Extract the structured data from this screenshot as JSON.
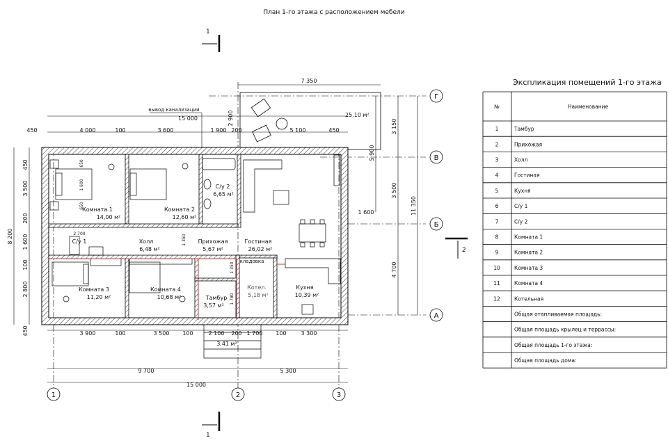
{
  "title": "План 1-го этажа с расположением мебели",
  "section_mark": "1",
  "section_mark_right": "2",
  "sewer_label": "вывод канализации",
  "terrace_area": "25,10 м²",
  "closet_label": "кладовка",
  "axes": {
    "h": [
      "1",
      "2",
      "3"
    ],
    "v": [
      "Г",
      "В",
      "Б",
      "А"
    ]
  },
  "dims": {
    "top_7350": "7 350",
    "top_15000": "15 000",
    "top_450a": "450",
    "top_4000": "4 000",
    "top_100": "100",
    "top_3600": "3 600",
    "top_1900": "1 900",
    "top_200": "200",
    "top_5100": "5 100",
    "top_450b": "450",
    "terrace_2900": "2 900",
    "right_5900": "5 900",
    "right_1600": "1 600",
    "right_3150": "3 150",
    "right_3500": "3 500",
    "right_4700": "4 700",
    "right_11350": "11 350",
    "left_450a": "450",
    "left_3500": "3 500",
    "left_200": "200",
    "left_1600": "1 600",
    "left_100": "100",
    "left_2800": "2 800",
    "left_450b": "450",
    "left_8200": "8 200",
    "bot_3900": "3 900",
    "bot_100a": "100",
    "bot_3500": "3 500",
    "bot_100b": "100",
    "bot_2100": "2 100",
    "bot_200": "200",
    "bot_1700": "1 700",
    "bot_100c": "100",
    "bot_3300": "3 300",
    "bot_341": "3,41 м²",
    "bot_9700": "9 700",
    "bot_5300": "5 300",
    "bot_15000": "15 000",
    "in_650a": "650",
    "in_1600": "1 600",
    "in_650b": "650",
    "in_2700": "2 700",
    "in_1350": "1 350",
    "in_1350b": "1 350",
    "in_1780": "1 780"
  },
  "rooms": {
    "komnata1": {
      "name": "Комната 1",
      "area": "14,00 м²"
    },
    "komnata2": {
      "name": "Комната 2",
      "area": "12,60 м²"
    },
    "su2": {
      "name": "С/у 2",
      "area": "6,65 м²"
    },
    "su1": {
      "name": "С/у 1",
      "area": ""
    },
    "holl": {
      "name": "Холл",
      "area": "6,48 м²"
    },
    "prihozhaya": {
      "name": "Прихожая",
      "area": "5,67 м²"
    },
    "gostinaya": {
      "name": "Гостиная",
      "area": "26,02 м²"
    },
    "komnata3": {
      "name": "Комната 3",
      "area": "11,20 м²"
    },
    "komnata4": {
      "name": "Комната 4",
      "area": "10,68 м²"
    },
    "tambur": {
      "name": "Тамбур",
      "area": "3,57 м²"
    },
    "kotel": {
      "name": "Котел.",
      "area": "5,18 м²"
    },
    "kuhnya": {
      "name": "Кухня",
      "area": "10,39 м²"
    }
  },
  "explication": {
    "title": "Экспликация помещений 1-го этажа",
    "col_num": "№",
    "col_name": "Наименование",
    "rows": [
      {
        "num": "1",
        "name": "Тамбур"
      },
      {
        "num": "2",
        "name": "Прихожая"
      },
      {
        "num": "3",
        "name": "Холл"
      },
      {
        "num": "4",
        "name": "Гостиная"
      },
      {
        "num": "5",
        "name": "Кухня"
      },
      {
        "num": "6",
        "name": "С/у 1"
      },
      {
        "num": "7",
        "name": "С/у 2"
      },
      {
        "num": "8",
        "name": "Комната 1"
      },
      {
        "num": "9",
        "name": "Комната 2"
      },
      {
        "num": "10",
        "name": "Комната 3"
      },
      {
        "num": "11",
        "name": "Комната 4"
      },
      {
        "num": "12",
        "name": "Котельная"
      }
    ],
    "totals": [
      "Общая отапливаемая площадь:",
      "Общая площадь крылец и террассы:",
      "Общая площадь 1-го этажа:",
      "Общая площадь дома:"
    ]
  }
}
